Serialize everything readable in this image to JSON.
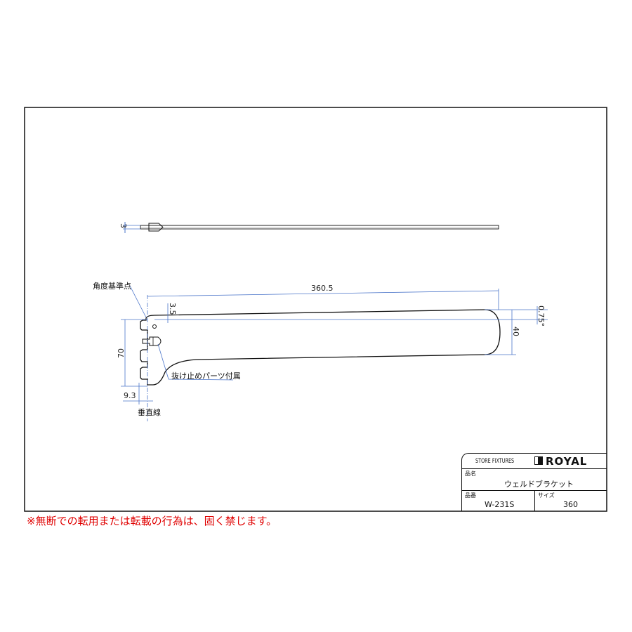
{
  "drawing": {
    "top_view": {
      "thickness_dim": "3"
    },
    "side_view": {
      "length_dim": "360.5",
      "offset_dim": "3.5",
      "angle_dim": "0.75°",
      "end_height_dim": "40",
      "height_dim": "70",
      "hook_dim": "9.3",
      "labels": {
        "reference_point": "角度基準点",
        "stopper_part": "抜け止めパーツ付属",
        "vertical_line": "垂直線"
      }
    }
  },
  "title_block": {
    "store_fixtures": "STORE FIXTURES",
    "brand": "ROYAL",
    "product_name_label": "品名",
    "product_name": "ウェルドブラケット",
    "part_number_label": "品番",
    "part_number": "W-231S",
    "size_label": "サイズ",
    "size": "360"
  },
  "footer_notice": "※無断での転用または転載の行為は、固く禁じます。",
  "colors": {
    "dimension": "#4a74c9",
    "notice": "#e00000",
    "line": "#111111"
  }
}
